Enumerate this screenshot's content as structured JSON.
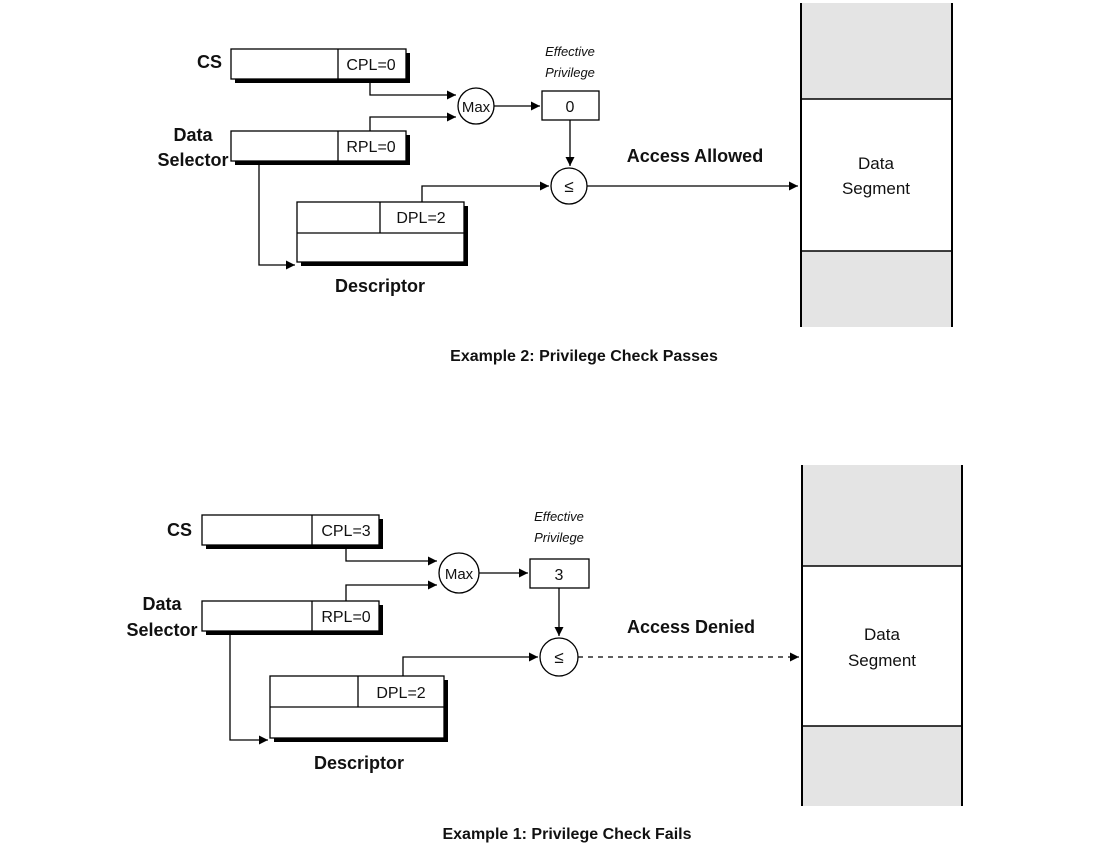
{
  "example_top": {
    "cs_label": "CS",
    "cpl_text": "CPL=0",
    "data_selector_line1": "Data",
    "data_selector_line2": "Selector",
    "rpl_text": "RPL=0",
    "max_text": "Max",
    "effective_line1": "Effective",
    "effective_line2": "Privilege",
    "effective_value": "0",
    "compare_symbol": "≤",
    "access_text": "Access Allowed",
    "dpl_text": "DPL=2",
    "descriptor_label": "Descriptor",
    "segment_line1": "Data",
    "segment_line2": "Segment",
    "caption": "Example 2: Privilege Check Passes"
  },
  "example_bottom": {
    "cs_label": "CS",
    "cpl_text": "CPL=3",
    "data_selector_line1": "Data",
    "data_selector_line2": "Selector",
    "rpl_text": "RPL=0",
    "max_text": "Max",
    "effective_line1": "Effective",
    "effective_line2": "Privilege",
    "effective_value": "3",
    "compare_symbol": "≤",
    "access_text": "Access Denied",
    "dpl_text": "DPL=2",
    "descriptor_label": "Descriptor",
    "segment_line1": "Data",
    "segment_line2": "Segment",
    "caption": "Example 1: Privilege Check Fails"
  }
}
